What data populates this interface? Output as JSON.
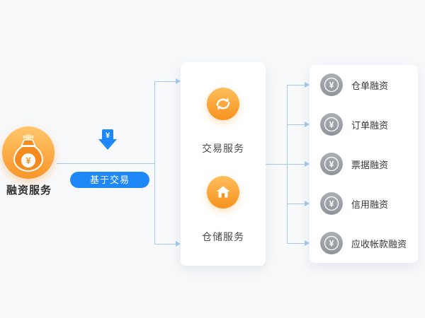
{
  "page": {
    "background": "#f8f9fb"
  },
  "colors": {
    "orange_gradient_start": "#FFC66A",
    "orange_gradient_end": "#F7921E",
    "blue_accent": "#1E88F8",
    "connector_line": "#A5C9F1",
    "gray_icon": "#8F939B",
    "card_background": "#ffffff"
  },
  "glyphs": {
    "yen": "¥"
  },
  "source": {
    "label": "融资服务",
    "icon": "money-bag-icon"
  },
  "flow": {
    "badge_label": "基于交易",
    "arrow_icon": "yen-down-arrow-icon"
  },
  "services": {
    "items": [
      {
        "label": "交易服务",
        "icon": "exchange-icon"
      },
      {
        "label": "仓储服务",
        "icon": "warehouse-icon"
      }
    ]
  },
  "financing": {
    "items": [
      {
        "label": "仓单融资",
        "icon": "yen-coin-icon"
      },
      {
        "label": "订单融资",
        "icon": "yen-coin-icon"
      },
      {
        "label": "票据融资",
        "icon": "yen-coin-icon"
      },
      {
        "label": "信用融资",
        "icon": "yen-coin-icon"
      },
      {
        "label": "应收帐款融资",
        "icon": "yen-coin-icon"
      }
    ]
  }
}
